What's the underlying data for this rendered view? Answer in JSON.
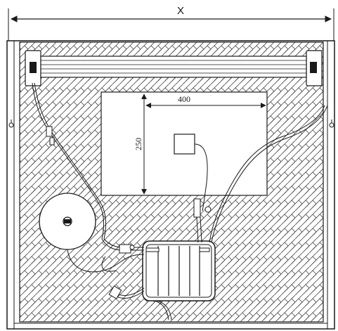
{
  "dimensions": {
    "overall_width_label": "X",
    "mirror_width_label": "400",
    "mirror_height_label": "250"
  },
  "components": {
    "lamp": "fluorescent-tube",
    "transformer": "round-toroidal-transformer",
    "transformer_badge": "",
    "driver": "finned-driver-box",
    "switch": "square-sensor-switch"
  },
  "colors": {
    "line": "#1a1a1a",
    "hatch": "#444444",
    "background": "#ffffff"
  }
}
